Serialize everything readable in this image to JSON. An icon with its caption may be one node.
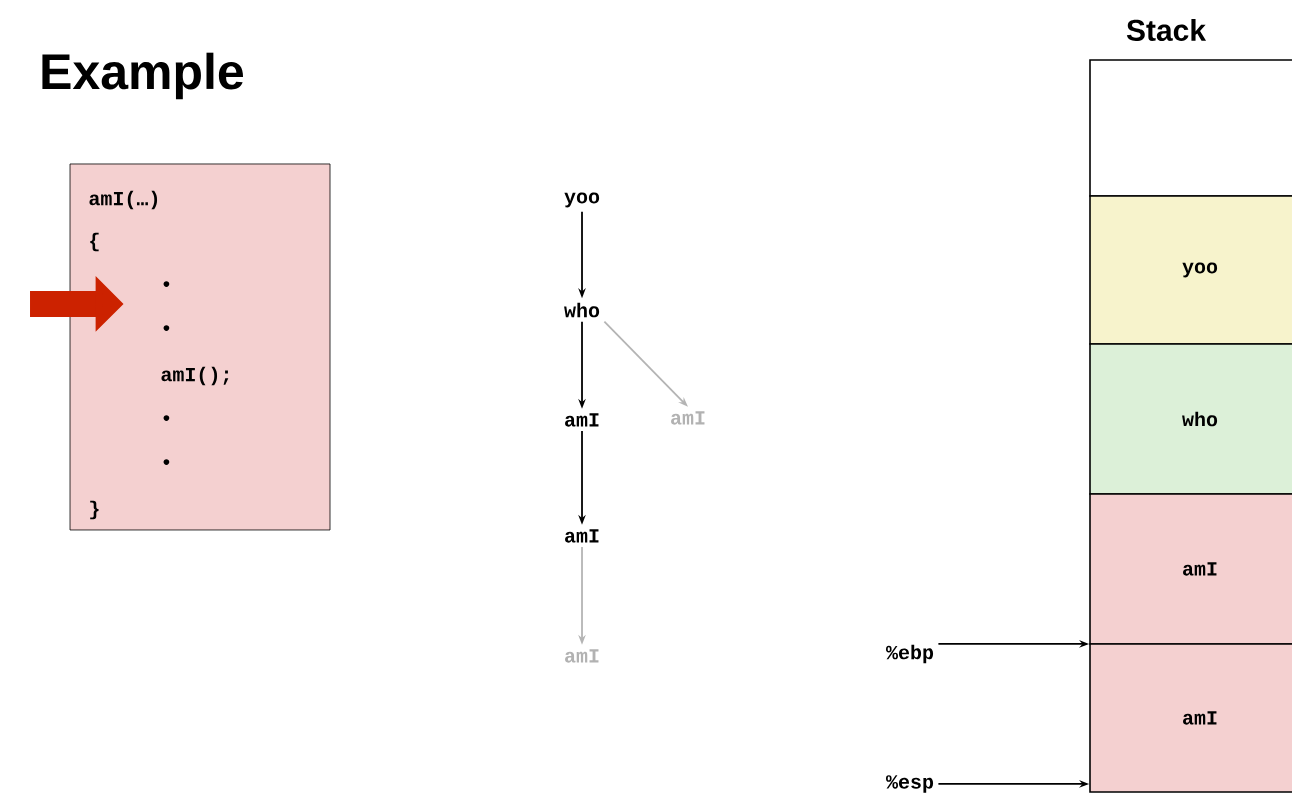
{
  "diagram": {
    "title": "Example",
    "nodes": [
      {
        "text": [
          "amI(…)",
          "{",
          "•",
          "•",
          "amI();",
          "•",
          "•",
          "}"
        ]
      },
      {
        "text": [
          "yoo"
        ]
      },
      {
        "text": [
          "who"
        ]
      },
      {
        "text": [
          "amI"
        ]
      },
      {
        "text": [
          "amI"
        ]
      },
      {
        "text": [
          "amI"
        ]
      },
      {
        "text": [
          "amI"
        ]
      },
      {
        "text": [],
        "shape": "box"
      },
      {
        "text": [
          "yoo"
        ]
      },
      {
        "text": [
          "who"
        ]
      },
      {
        "text": [
          "amI"
        ]
      },
      {
        "text": [
          "amI"
        ]
      },
      {
        "text": [
          "%ebp"
        ]
      },
      {
        "text": [
          "%esp"
        ]
      }
    ],
    "edges": [
      {
        "from": null,
        "to": 0,
        "arrow": "to",
        "style": "thick",
        "color": "#cc2200"
      },
      {
        "from": 1,
        "to": 2,
        "arrow": "to"
      },
      {
        "from": 2,
        "to": 3,
        "arrow": "to"
      },
      {
        "from": 2,
        "to": 4,
        "arrow": "to",
        "color": "#b4b4b4"
      },
      {
        "from": 3,
        "to": 5,
        "arrow": "to"
      },
      {
        "from": 5,
        "to": 6,
        "arrow": "to",
        "color": "#b4b4b4"
      },
      {
        "from": 12,
        "to": 11,
        "arrow": "to"
      },
      {
        "from": 13,
        "to": 11,
        "arrow": "to"
      }
    ],
    "labels": [
      "Stack"
    ]
  }
}
